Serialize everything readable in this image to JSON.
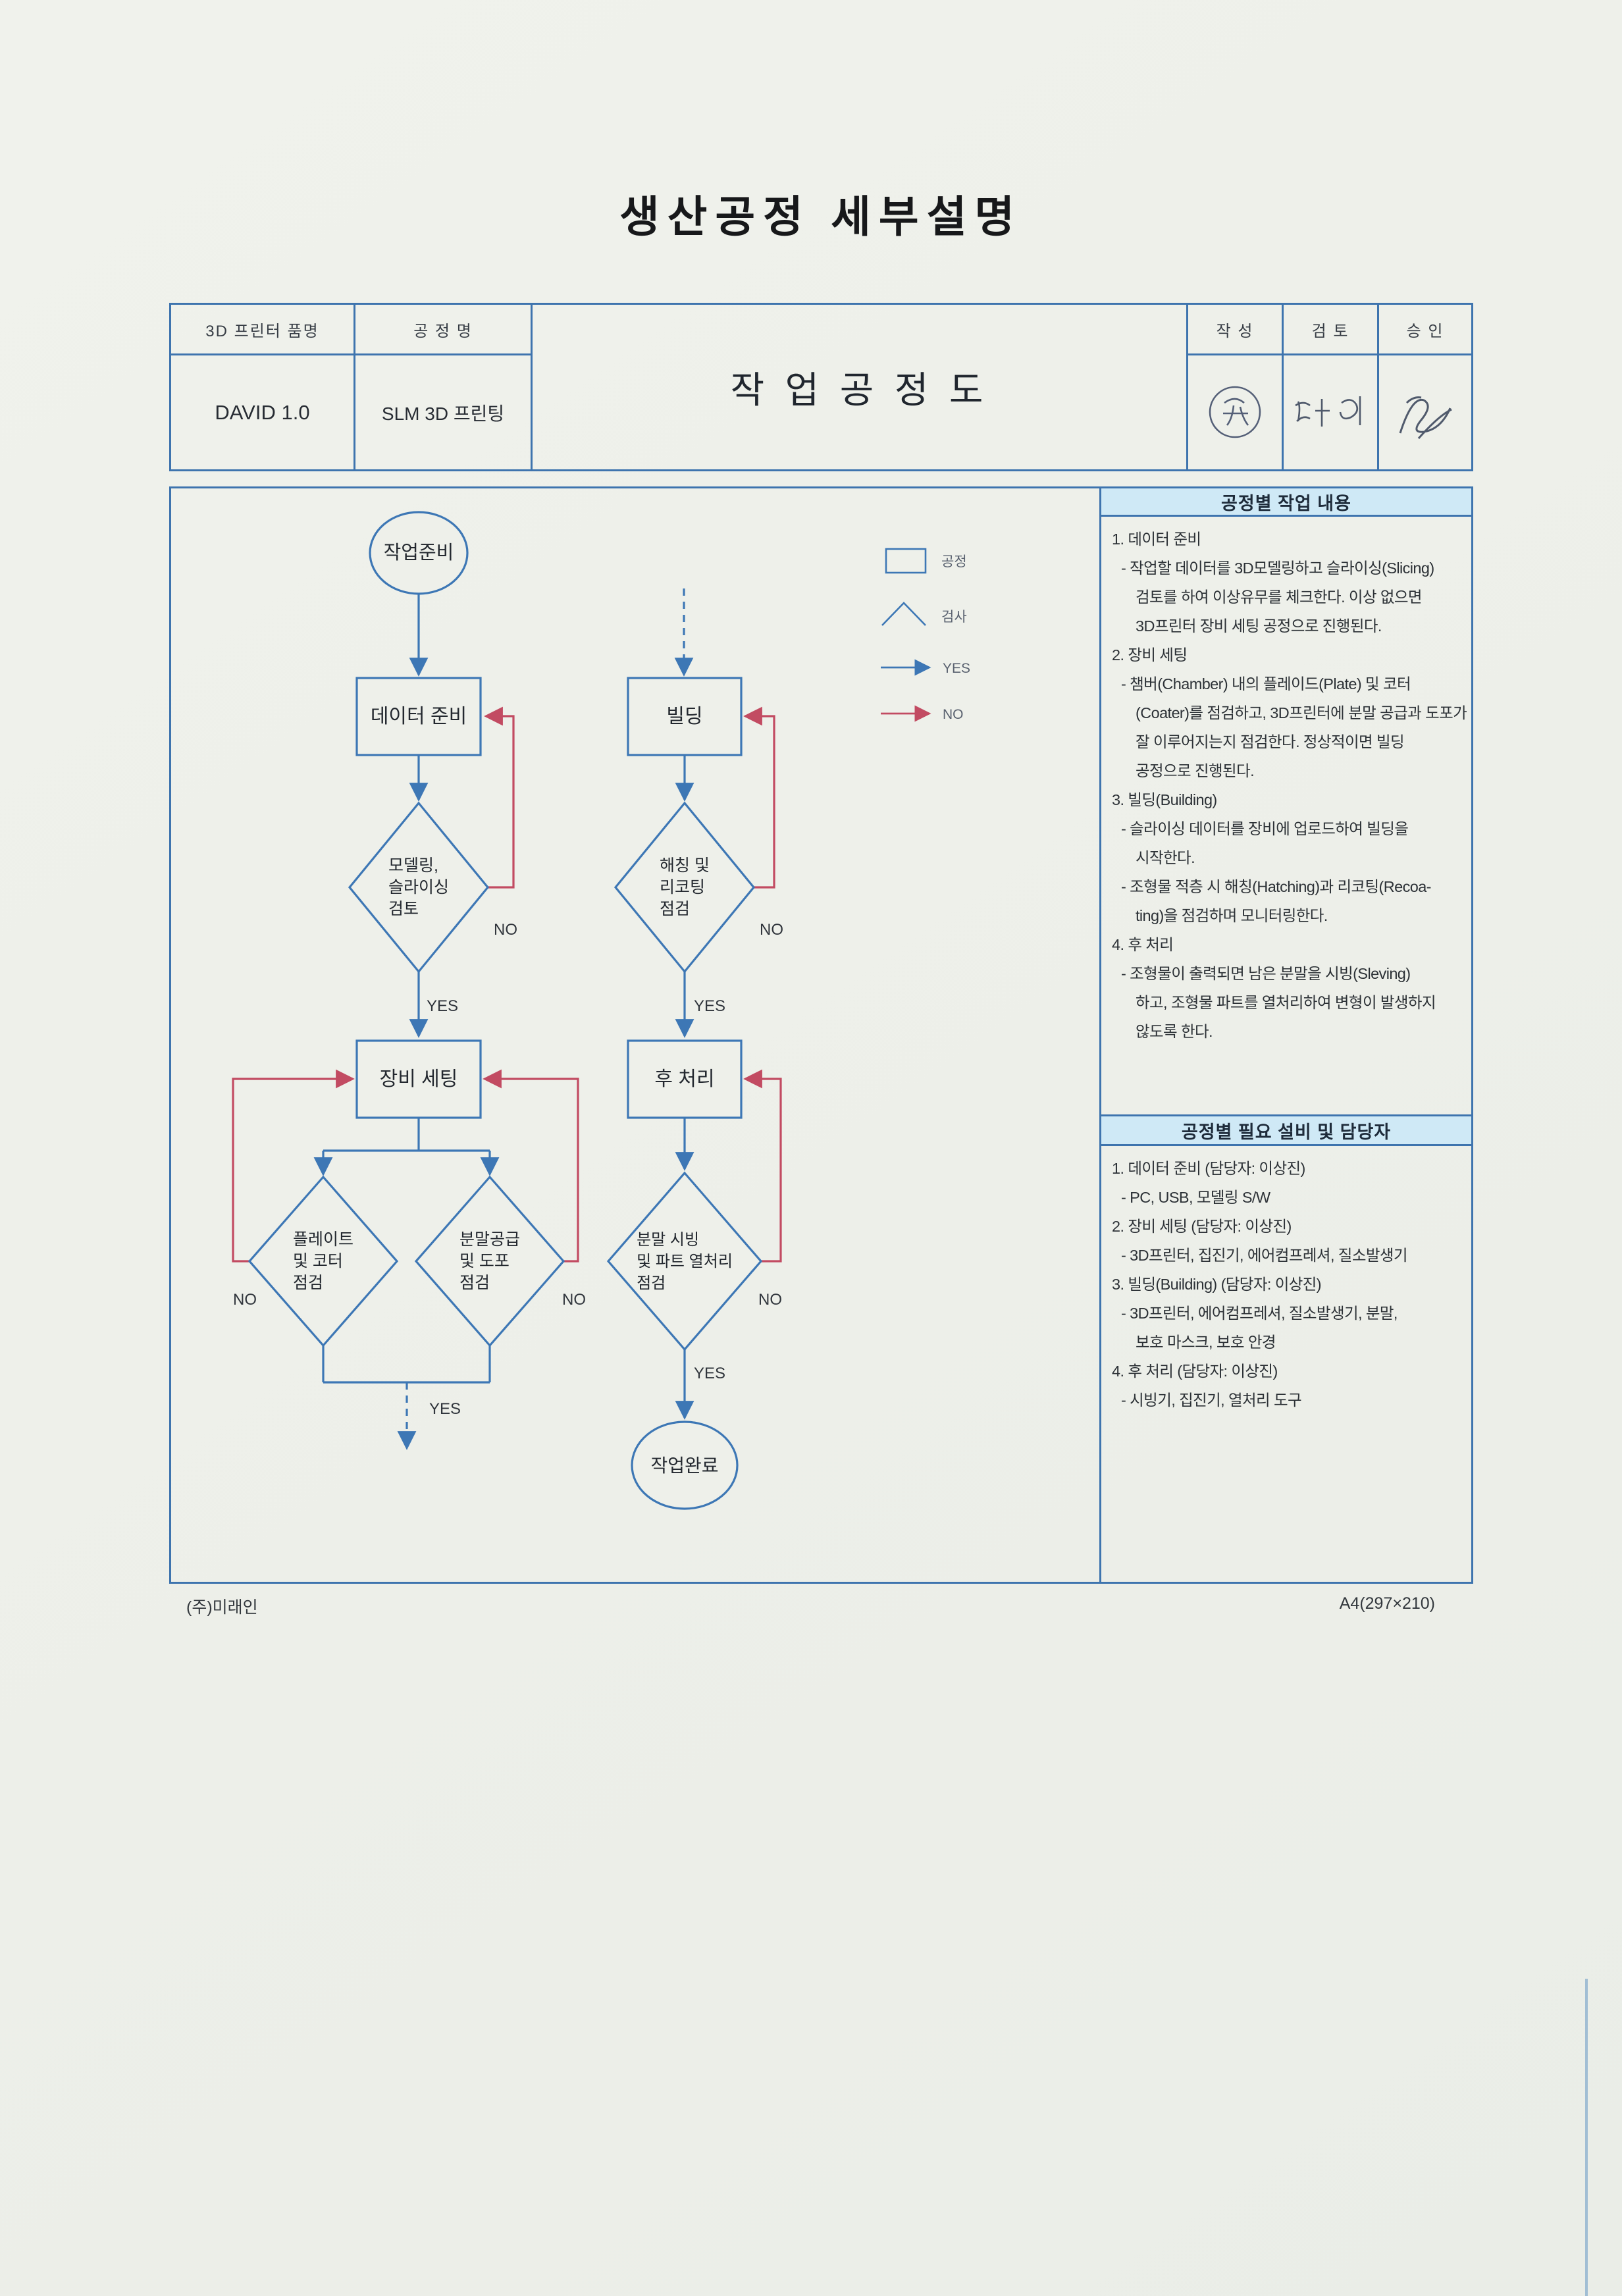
{
  "page": {
    "title": "생산공정  세부설명",
    "footer_left": "(주)미래인",
    "footer_right": "A4(297×210)"
  },
  "colors": {
    "line_blue": "#3d77b5",
    "line_red": "#c24b62",
    "panel_header_bg": "#cfe9f6",
    "paper": "#eef0ea"
  },
  "header_table": {
    "col1_label": "3D 프린터 품명",
    "col1_value": "DAVID 1.0",
    "col2_label": "공 정 명",
    "col2_value": "SLM 3D 프린팅",
    "doc_title": "작 업 공 정 도",
    "approvals": {
      "write": "작 성",
      "review": "검 토",
      "approve": "승 인"
    }
  },
  "flow": {
    "legend": {
      "process": "공정",
      "inspect": "검사",
      "yes": "YES",
      "no": "NO"
    },
    "yes": "YES",
    "no": "NO",
    "nodes": {
      "start": "작업준비",
      "data_prep": "데이터 준비",
      "d1": "모델링,\n슬라이싱\n검토",
      "equip": "장비 세팅",
      "d2a": "플레이트\n및 코터\n점검",
      "d2b": "분말공급\n및 도포\n점검",
      "building": "빌딩",
      "d3": "해칭 및\n리코팅\n점검",
      "post": "후 처리",
      "d4": "분말 시빙\n및 파트 열처리\n점검",
      "end": "작업완료"
    }
  },
  "panel1": {
    "title": "공정별 작업 내용",
    "lines": [
      "1. 데이터 준비",
      "- 작업할 데이터를 3D모델링하고 슬라이싱(Slicing)",
      "검토를 하여 이상유무를 체크한다. 이상 없으면",
      "3D프린터 장비 세팅 공정으로 진행된다.",
      "2. 장비 세팅",
      "- 챔버(Chamber) 내의 플레이드(Plate) 및 코터",
      "(Coater)를 점검하고, 3D프린터에 분말 공급과 도포가",
      "잘 이루어지는지 점검한다. 정상적이면 빌딩",
      "공정으로 진행된다.",
      "3. 빌딩(Building)",
      "- 슬라이싱 데이터를 장비에 업로드하여 빌딩을",
      "시작한다.",
      "- 조형물 적층 시 해칭(Hatching)과 리코팅(Recoa-",
      "ting)을 점검하며 모니터링한다.",
      "4. 후 처리",
      "- 조형물이 출력되면 남은 분말을 시빙(Sleving)",
      "하고, 조형물 파트를 열처리하여 변형이 발생하지",
      "않도록 한다."
    ]
  },
  "panel2": {
    "title": "공정별 필요 설비 및 담당자",
    "lines": [
      "1. 데이터 준비 (담당자: 이상진)",
      "- PC, USB, 모델링 S/W",
      "2. 장비 세팅 (담당자: 이상진)",
      "- 3D프린터, 집진기, 에어컴프레셔, 질소발생기",
      "3. 빌딩(Building) (담당자: 이상진)",
      "- 3D프린터, 에어컴프레셔, 질소발생기, 분말,",
      "보호 마스크, 보호 안경",
      "4. 후 처리 (담당자: 이상진)",
      "- 시빙기, 집진기, 열처리 도구"
    ]
  }
}
